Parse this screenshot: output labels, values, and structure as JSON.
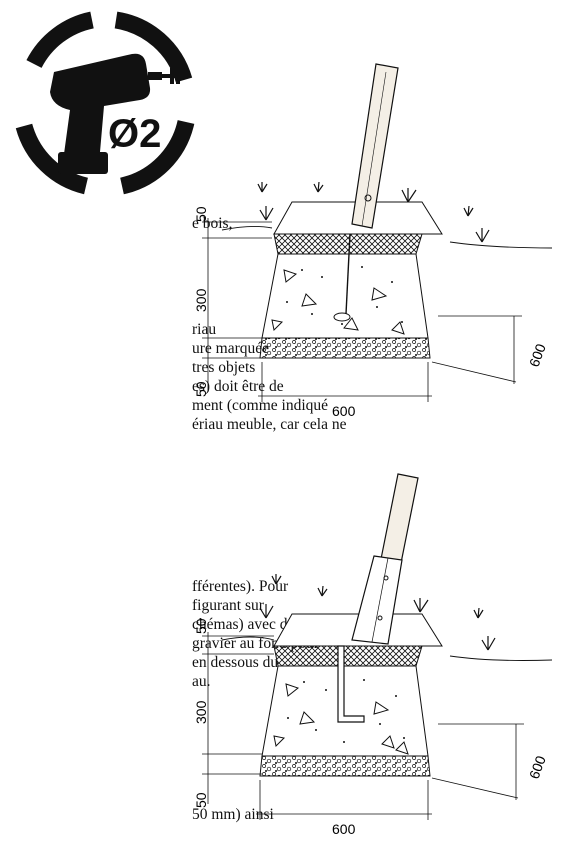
{
  "badge": {
    "icon": "cordless-drill-icon",
    "label": "Ø2"
  },
  "text_lines": [
    "e bois,",
    "riau",
    "ure marquée",
    "tres objets",
    "es) doit être de",
    "ment (comme indiqué",
    "ériau meuble, car cela ne",
    "fférentes). Pour",
    "figurant sur",
    "chémas) avec de",
    "gravier au fond pour",
    "en dessous du",
    "au.",
    "50 mm) ainsi"
  ],
  "diagram_top": {
    "post": "wooden-post",
    "fastener": "screw-anchor",
    "dim_top": "50",
    "dim_middle": "300",
    "dim_bottom": "50",
    "dim_width": "600",
    "dim_depth": "600"
  },
  "diagram_bottom": {
    "post": "wooden-post-in-metal-sleeve",
    "fastener": "l-bracket-anchor",
    "dim_top": "50",
    "dim_middle": "300",
    "dim_bottom": "50",
    "dim_width": "600",
    "dim_depth": "600"
  },
  "colors": {
    "ink": "#111111",
    "wood": "#f4efe6",
    "paper": "#ffffff"
  }
}
